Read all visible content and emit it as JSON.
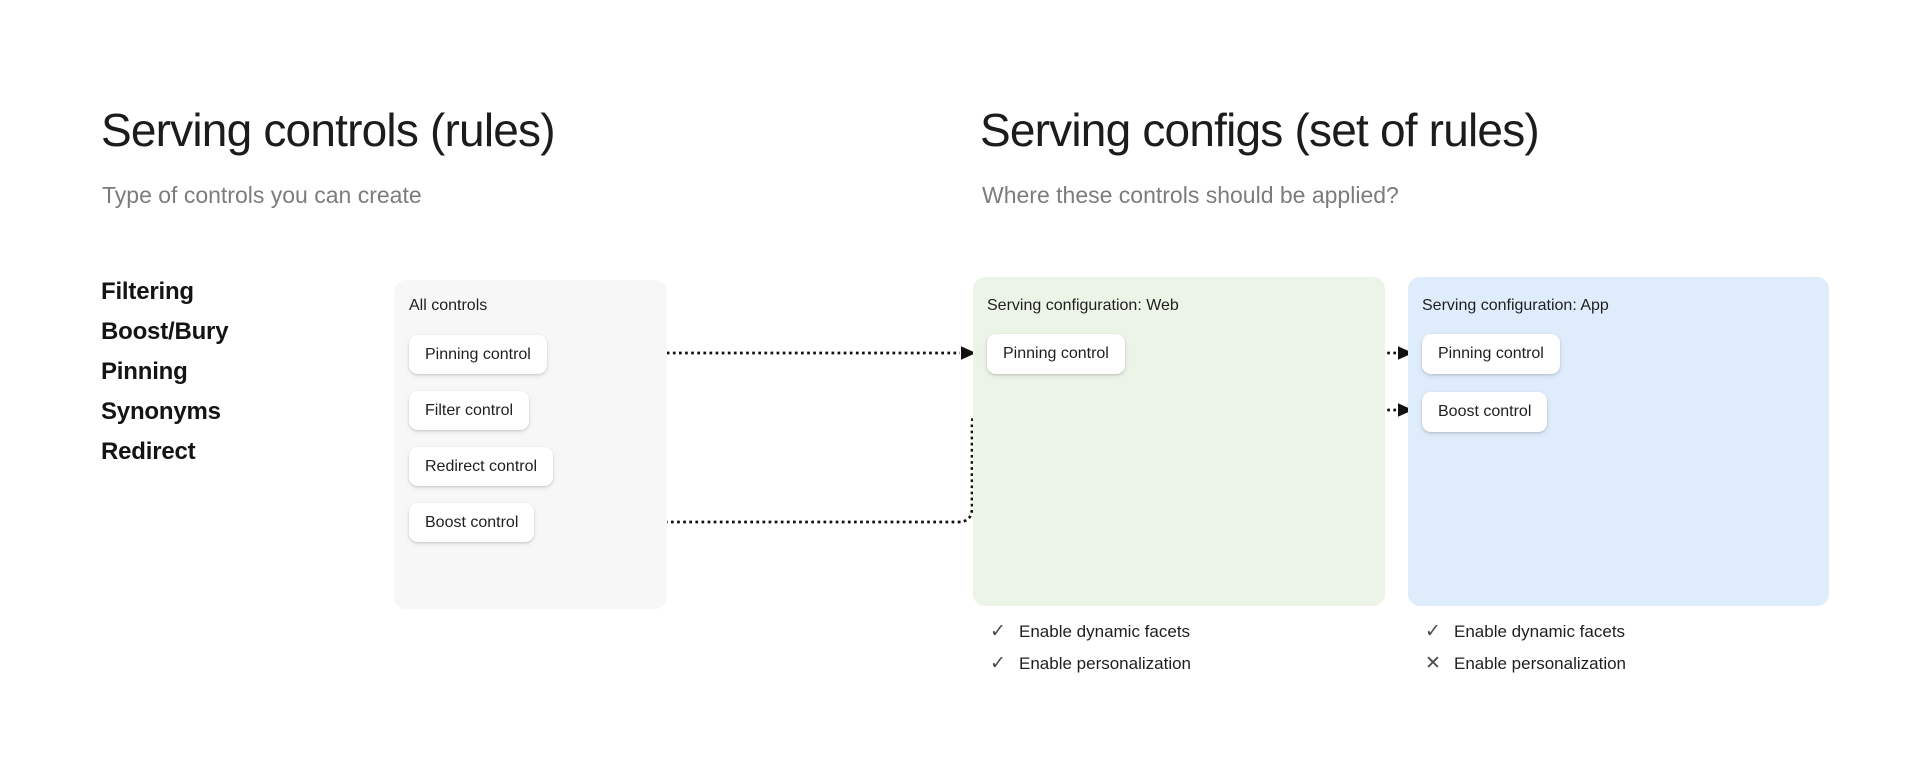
{
  "left_section": {
    "title": "Serving controls (rules)",
    "subtitle": "Type of controls you can create",
    "control_types": [
      "Filtering",
      "Boost/Bury",
      "Pinning",
      "Synonyms",
      "Redirect"
    ]
  },
  "right_section": {
    "title": "Serving configs (set of rules)",
    "subtitle": "Where these controls should be applied?"
  },
  "all_controls_card": {
    "title": "All controls",
    "controls": [
      "Pinning control",
      "Filter control",
      "Redirect control",
      "Boost control"
    ]
  },
  "web_card": {
    "title": "Serving configuration: Web",
    "controls": [
      "Pinning control"
    ],
    "features": [
      {
        "icon": "✓",
        "label": "Enable dynamic facets",
        "enabled": true
      },
      {
        "icon": "✓",
        "label": "Enable personalization",
        "enabled": true
      }
    ]
  },
  "app_card": {
    "title": "Serving configuration: App",
    "controls": [
      "Pinning control",
      "Boost control"
    ],
    "features": [
      {
        "icon": "✓",
        "label": "Enable dynamic facets",
        "enabled": true
      },
      {
        "icon": "✕",
        "label": "Enable personalization",
        "enabled": false
      }
    ]
  },
  "arrows": [
    {
      "from": "Pinning control (All controls)",
      "to": "Pinning control (Web)",
      "style": "dotted"
    },
    {
      "from": "Pinning control (Web)",
      "to": "Pinning control (App)",
      "style": "dotted"
    },
    {
      "from": "Boost control (All controls)",
      "to": "Boost control (App)",
      "style": "dotted"
    }
  ],
  "colors": {
    "all_controls_card_bg": "#f7f7f7",
    "web_card_bg": "#ecf4e8",
    "app_card_bg": "#dfecfb",
    "arrow": "#111111",
    "feature_icon_gray": "#494c50",
    "subtitle_gray": "#7c7c7c",
    "heading_text": "#1c1c1c"
  }
}
